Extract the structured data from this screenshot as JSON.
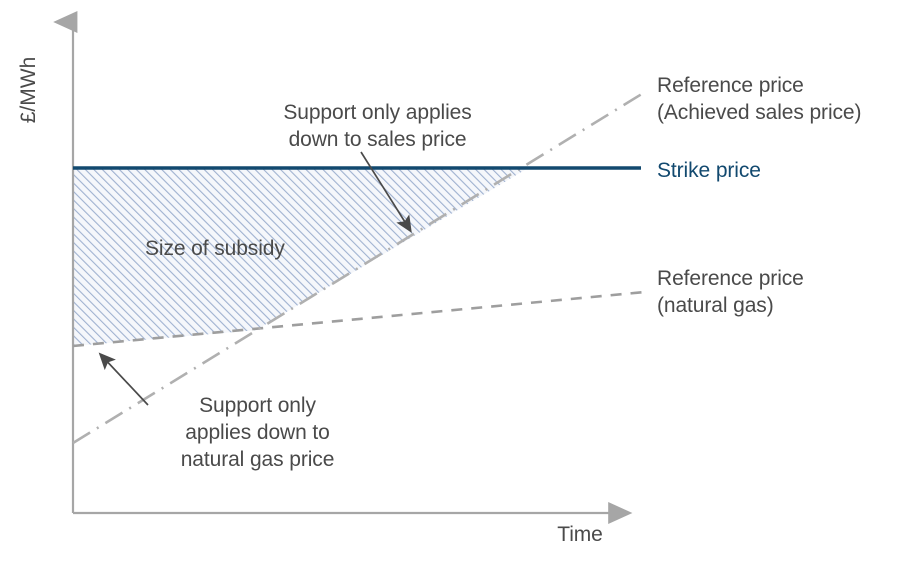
{
  "chart_data": {
    "type": "line",
    "title": "",
    "xlabel": "Time",
    "ylabel": "£/MWh",
    "grid": false,
    "legend_position": "right",
    "axis_note": "Schematic / illustrative axes with no numeric tick labels",
    "series": [
      {
        "name": "Strike price",
        "style": "solid",
        "color": "#12496f",
        "label_color": "#12496f",
        "description": "Constant horizontal strike price level",
        "x": [
          0,
          1
        ],
        "values": [
          0.695,
          0.695
        ]
      },
      {
        "name": "Reference price (Achieved sales price)",
        "style": "dash-dot",
        "color": "#b3b3b3",
        "label_color": "#4a4a4a",
        "description": "Rising line that crosses the strike price near the right edge",
        "x": [
          0,
          1
        ],
        "values": [
          0.14,
          0.84
        ]
      },
      {
        "name": "Reference price (natural gas)",
        "style": "dashed",
        "color": "#9e9e9e",
        "label_color": "#4a4a4a",
        "description": "Gently rising natural gas reference price line",
        "x": [
          0,
          1
        ],
        "values": [
          0.33,
          0.43
        ]
      }
    ],
    "shaded_regions": [
      {
        "name": "Size of subsidy",
        "fill": "hatched-diagonal",
        "fill_color": "#8fa4c8",
        "background": "#f2f4fa",
        "description": "Area between the strike price above and the higher of the two reference prices below"
      }
    ],
    "annotations": [
      {
        "id": "sales-price-note",
        "text_lines": [
          "Support only applies",
          "down to sales price"
        ],
        "arrow": true,
        "points_to": "Reference price (Achieved sales price)"
      },
      {
        "id": "natural-gas-note",
        "text_lines": [
          "Support only",
          "applies down to",
          "natural gas price"
        ],
        "arrow": true,
        "points_to": "Reference price (natural gas)"
      },
      {
        "id": "subsidy-area-label",
        "text_lines": [
          "Size of subsidy"
        ],
        "arrow": false,
        "points_to": "Size of subsidy region"
      }
    ]
  },
  "axes": {
    "y_label": "£/MWh",
    "x_label": "Time",
    "axis_color": "#a6a6a6"
  },
  "legend": {
    "items": [
      {
        "label_line1": "Reference price",
        "label_line2": "(Achieved sales price)",
        "swatch": "dash-dot-line-icon"
      },
      {
        "label_line1": "Strike price",
        "label_line2": "",
        "swatch": "solid-line-icon"
      },
      {
        "label_line1": "Reference price",
        "label_line2": "(natural gas)",
        "swatch": "dashed-line-icon"
      }
    ]
  },
  "annotations": {
    "sales_note_line1": "Support only applies",
    "sales_note_line2": "down to sales price",
    "subsidy_label": "Size of subsidy",
    "gas_note_line1": "Support only",
    "gas_note_line2": "applies down to",
    "gas_note_line3": "natural gas price"
  },
  "colors": {
    "strike_blue": "#12496f",
    "hatch_blue": "#8fa4c8",
    "hatch_bg": "#f3f5fa",
    "axis_grey": "#a6a6a6",
    "line_grey": "#a8a8a8",
    "text_grey": "#4a4a4a",
    "arrow_dark": "#404040"
  }
}
